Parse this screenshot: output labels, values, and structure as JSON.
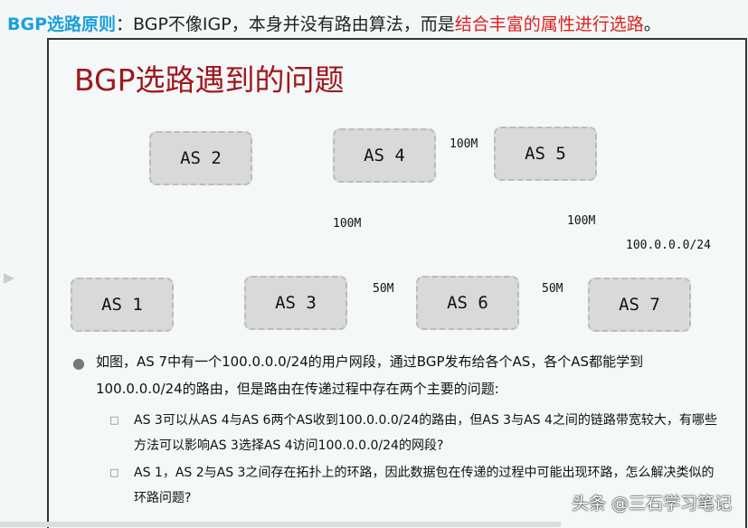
{
  "header": {
    "label": "BGP选路原则",
    "colon": "：",
    "text": "BGP不像IGP，本身并没有路由算法，而是",
    "highlight": "结合丰富的属性进行选路",
    "end": "。"
  },
  "slide": {
    "title": "BGP选路遇到的问题",
    "nodes": [
      "AS 2",
      "AS 4",
      "AS 5",
      "AS 1",
      "AS 3",
      "AS 6",
      "AS 7"
    ],
    "links": {
      "as4_as5": "100M",
      "as3_as4": "100M",
      "as5_as7": "100M",
      "as3_as6": "50M",
      "as6_as7": "50M",
      "prefix": "100.0.0.0/24"
    },
    "bullet": "如图，AS 7中有一个100.0.0.0/24的用户网段，通过BGP发布给各个AS，各个AS都能学到100.0.0.0/24的路由，但是路由在传递过程中存在两个主要的问题:",
    "subs": [
      "AS 3可以从AS 4与AS 6两个AS收到100.0.0.0/24的路由，但AS 3与AS 4之间的链路带宽较大，有哪些方法可以影响AS 3选择AS 4访问100.0.0.0/24的网段?",
      "AS 1，AS 2与AS 3之间存在拓扑上的环路，因此数据包在传递的过程中可能出现环路，怎么解决类似的环路问题?"
    ]
  },
  "watermark": "头条 @三石学习笔记",
  "colors": {
    "label": "#1aa0dc",
    "highlight": "#e02020",
    "title": "#a0161c"
  }
}
